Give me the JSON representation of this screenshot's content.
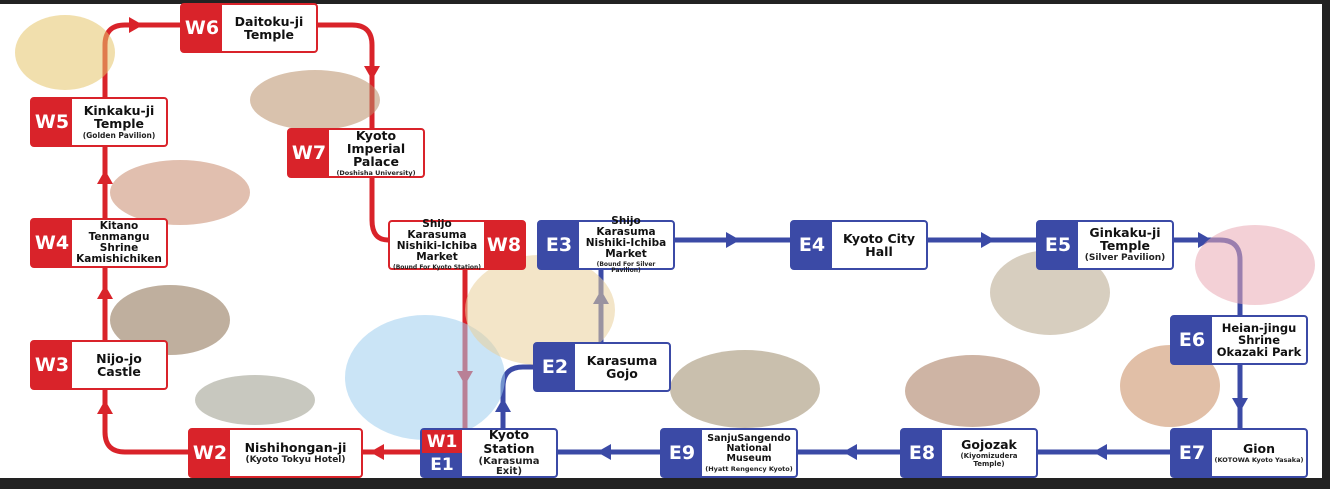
{
  "colors": {
    "west": "#d9232a",
    "east": "#3b4aa6"
  },
  "stops": {
    "W1E1": {
      "code_w": "W1",
      "code_e": "E1",
      "name": "Kyoto Station",
      "sub": "(Karasuma Exit)"
    },
    "W2": {
      "code": "W2",
      "name": "Nishihongan-ji",
      "sub": "(Kyoto Tokyu Hotel)"
    },
    "W3": {
      "code": "W3",
      "name": "Nijo-jo Castle"
    },
    "W4": {
      "code": "W4",
      "name": "Kitano Tenmangu Shrine Kamishichiken"
    },
    "W5": {
      "code": "W5",
      "name": "Kinkaku-ji Temple",
      "sub": "(Golden Pavilion)"
    },
    "W6": {
      "code": "W6",
      "name": "Daitoku-ji Temple"
    },
    "W7": {
      "code": "W7",
      "name": "Kyoto Imperial Palace",
      "sub": "(Doshisha University)"
    },
    "W8": {
      "code": "W8",
      "name": "Shijo Karasuma Nishiki-Ichiba Market",
      "sub": "(Bound For Kyoto Station)"
    },
    "E2": {
      "code": "E2",
      "name": "Karasuma Gojo"
    },
    "E3": {
      "code": "E3",
      "name": "Shijo Karasuma Nishiki-Ichiba Market",
      "sub": "(Bound For Silver Pavilion)"
    },
    "E4": {
      "code": "E4",
      "name": "Kyoto City Hall"
    },
    "E5": {
      "code": "E5",
      "name": "Ginkaku-ji Temple",
      "sub": "(Silver Pavilion)"
    },
    "E6": {
      "code": "E6",
      "name": "Heian-jingu Shrine Okazaki Park"
    },
    "E7": {
      "code": "E7",
      "name": "Gion",
      "sub": "(KOTOWA Kyoto Yasaka)"
    },
    "E8": {
      "code": "E8",
      "name": "Gojozak",
      "sub": "(Kiyomizudera Temple)"
    },
    "E9": {
      "code": "E9",
      "name": "SanjuSangendo National Museum",
      "sub": "(Hyatt Rengency Kyoto)"
    }
  }
}
